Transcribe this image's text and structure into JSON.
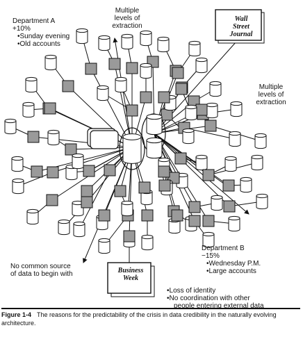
{
  "labels": {
    "dept_a_title": "Department A",
    "dept_a_change": "+10%",
    "dept_a_items": [
      "•Sunday evening",
      "•Old accounts"
    ],
    "multiple_top_1": "Multiple",
    "multiple_top_2": "levels of",
    "multiple_top_3": "extraction",
    "wsj_1": "Wall",
    "wsj_2": "Street",
    "wsj_3": "Journal",
    "multiple_right_1": "Multiple",
    "multiple_right_2": "levels of",
    "multiple_right_3": "extraction",
    "no_common_1": "No common source",
    "no_common_2": "of data to begin with",
    "business_1": "Business",
    "business_2": "Week",
    "dept_b_title": "Department B",
    "dept_b_change": "−15%",
    "dept_b_items": [
      "•Wednesday P.M.",
      "•Large accounts"
    ],
    "loss_1": "•Loss of identity",
    "loss_2": "•No coordination with other",
    "loss_3": "people entering external data"
  },
  "caption": {
    "number": "Figure 1-4",
    "text": "The reasons for the predictability of the crisis in data credibility in the naturally evolving architecture."
  },
  "colors": {
    "square_fill": "#9a9a9a",
    "stroke": "#111111"
  }
}
